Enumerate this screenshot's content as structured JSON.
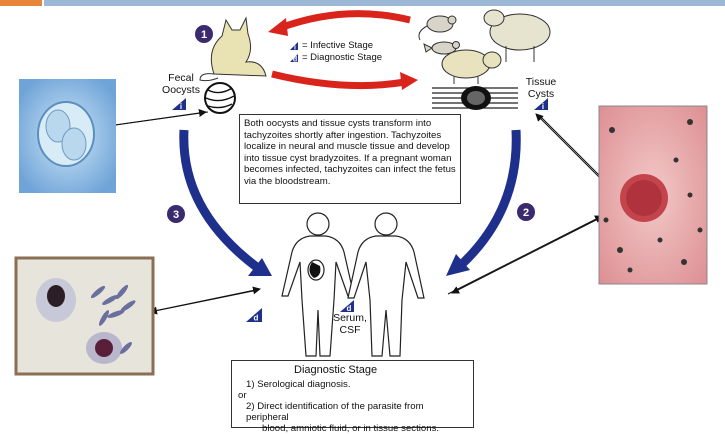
{
  "legend": {
    "infective": "= Infective Stage",
    "diagnostic": "= Diagnostic Stage"
  },
  "labels": {
    "fecal_oocysts": [
      "Fecal",
      "Oocysts"
    ],
    "tissue_cysts": [
      "Tissue",
      "Cysts"
    ],
    "serum_csf": [
      "Serum,",
      "CSF"
    ]
  },
  "stage_numbers": {
    "one": "1",
    "two": "2",
    "three": "3"
  },
  "icon_letters": {
    "infective": "i",
    "diagnostic": "d"
  },
  "description": "Both oocysts and tissue cysts transform into tachyzoites shortly after ingestion. Tachyzoites localize in neural and muscle tissue and develop into tissue cyst bradyzoites. If a pregnant woman becomes infected, tachyzoites can infect the fetus via the bloodstream.",
  "diagnostic_box": {
    "title": "Diagnostic Stage",
    "line1": "1) Serological diagnosis.",
    "or": "or",
    "line2": "2) Direct identification of the parasite from peripheral",
    "line3": "blood, amniotic fluid, or in tissue sections."
  },
  "colors": {
    "arrow_red": "#d9241c",
    "arrow_blue": "#1f2f8c",
    "badge": "#3b2a6e",
    "accent_orange": "#e8853a",
    "accent_blue": "#9db8d6"
  }
}
